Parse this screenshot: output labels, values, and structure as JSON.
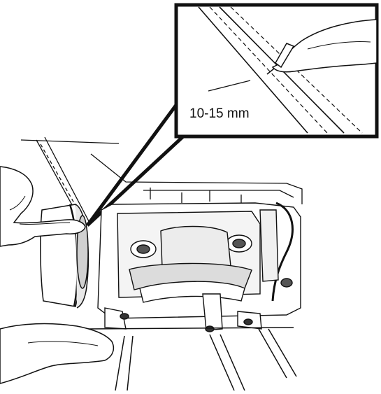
{
  "callout": {
    "measurement_label": "10-15 mm"
  },
  "colors": {
    "ink": "#111111",
    "paper": "#ffffff",
    "shade": "#c8c8c8"
  },
  "parts": {
    "drive_belt": "drive-belt",
    "pulley": "pulley",
    "hands": "hands",
    "motor_assembly": "motor-assembly"
  }
}
